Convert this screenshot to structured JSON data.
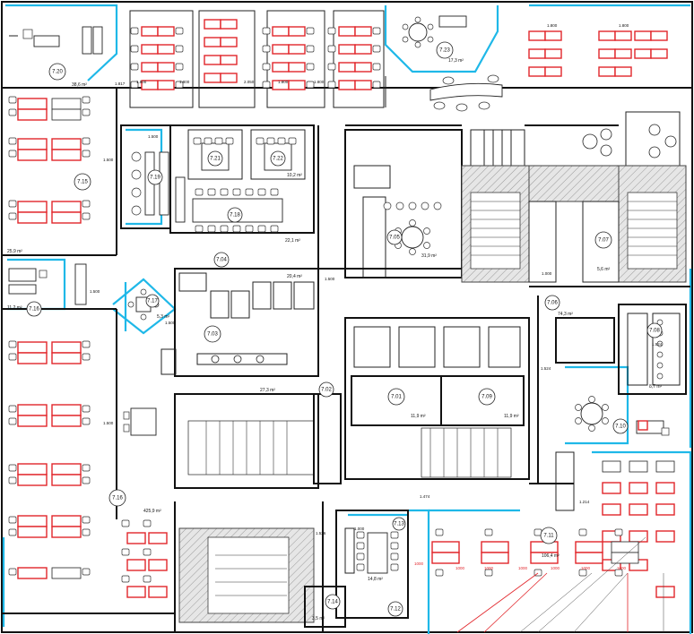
{
  "rooms": [
    {
      "id": "7.20",
      "area": "38,6 m²"
    },
    {
      "id": "7.23",
      "area": "17,3 m²"
    },
    {
      "id": "7.15",
      "area": "25,9 m²"
    },
    {
      "id": "7.19",
      "area": ""
    },
    {
      "id": "7.21",
      "area": ""
    },
    {
      "id": "7.22",
      "area": "10,2 m²"
    },
    {
      "id": "7.18",
      "area": "22,1 m²"
    },
    {
      "id": "7.04",
      "area": "20,4 m²"
    },
    {
      "id": "7.05",
      "area": "31,9 m²"
    },
    {
      "id": "7.07",
      "area": "5,6 m²"
    },
    {
      "id": "7.16",
      "area": "11,2 m²"
    },
    {
      "id": "7.17",
      "area": "5,3 m²"
    },
    {
      "id": "7.03",
      "area": "27,3 m²"
    },
    {
      "id": "7.06",
      "area": "74,3 m²"
    },
    {
      "id": "7.08",
      "area": "8,7 m²"
    },
    {
      "id": "7.02",
      "area": ""
    },
    {
      "id": "7.01",
      "area": "11,9 m²"
    },
    {
      "id": "7.09",
      "area": "11,9 m²"
    },
    {
      "id": "7.10",
      "area": ""
    },
    {
      "id": "7.11",
      "area": "106,4 m²"
    },
    {
      "id": "7.13",
      "area": "14,8 m²"
    },
    {
      "id": "7.14",
      "area": "3,5 m²"
    },
    {
      "id": "7.12",
      "area": ""
    },
    {
      "id": "7.16b",
      "area": "425,9 m²"
    }
  ],
  "dimensions_black": [
    "1.800",
    "1.817",
    "1.800",
    "2.050",
    "1.800",
    "1.800",
    "1.800",
    "1.800",
    "1.500",
    "1.500",
    "1.500",
    "1.500",
    "1.500",
    "1.500",
    "1.524",
    "1.524",
    "1.526",
    "1.214",
    "1.000",
    "1.000",
    "1.474"
  ],
  "dimensions_red": [
    "1000",
    "1000",
    "1000",
    "1000",
    "1000",
    "1000",
    "1000"
  ]
}
